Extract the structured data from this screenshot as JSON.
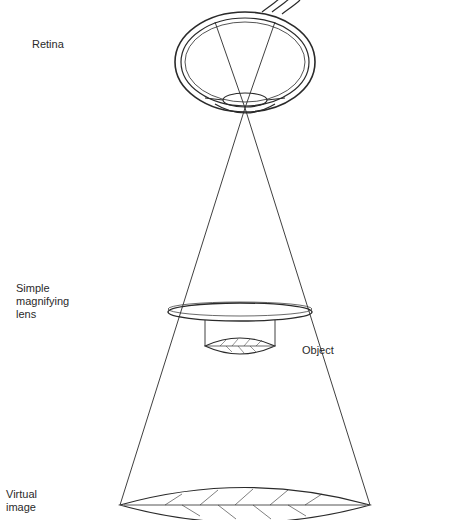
{
  "diagram": {
    "labels": [
      "Retina",
      "Simple magnifying lens",
      "Object",
      "Virtual image"
    ]
  }
}
